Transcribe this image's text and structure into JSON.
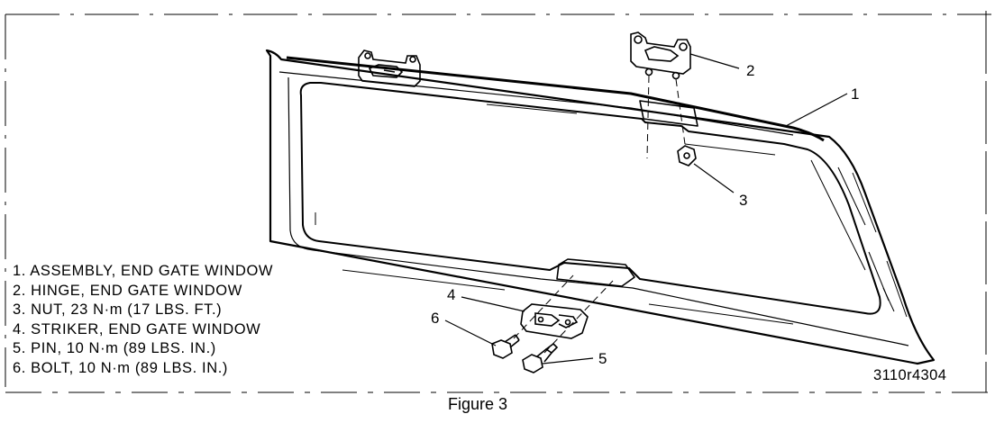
{
  "callouts": [
    "1",
    "2",
    "3",
    "4",
    "5",
    "6"
  ],
  "legend": [
    "1. ASSEMBLY, END GATE WINDOW",
    "2. HINGE, END GATE WINDOW",
    "3. NUT, 23 N·m (17 LBS. FT.)",
    "4. STRIKER, END GATE WINDOW",
    "5. PIN, 10 N·m (89 LBS. IN.)",
    "6. BOLT, 10 N·m (89 LBS. IN.)"
  ],
  "figure_code": "3110r4304",
  "caption": "Figure 3"
}
